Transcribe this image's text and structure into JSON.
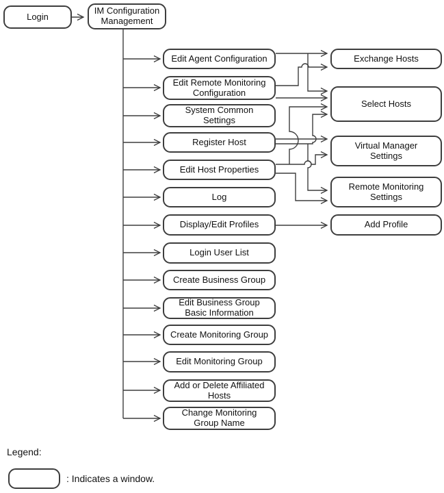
{
  "nodes": {
    "login": {
      "label": "Login"
    },
    "im_configuration_management": {
      "label": "IM Configuration\nManagement"
    },
    "edit_agent_configuration": {
      "label": "Edit Agent Configuration"
    },
    "edit_remote_monitoring_configuration": {
      "label": "Edit Remote Monitoring\nConfiguration"
    },
    "system_common_settings": {
      "label": "System Common\nSettings"
    },
    "register_host": {
      "label": "Register Host"
    },
    "edit_host_properties": {
      "label": "Edit Host Properties"
    },
    "log": {
      "label": "Log"
    },
    "display_edit_profiles": {
      "label": "Display/Edit Profiles"
    },
    "login_user_list": {
      "label": "Login User List"
    },
    "create_business_group": {
      "label": "Create Business Group"
    },
    "edit_business_group_basic_information": {
      "label": "Edit Business Group\nBasic Information"
    },
    "create_monitoring_group": {
      "label": "Create Monitoring Group"
    },
    "edit_monitoring_group": {
      "label": "Edit Monitoring Group"
    },
    "add_or_delete_affiliated_hosts": {
      "label": "Add or Delete Affiliated\nHosts"
    },
    "change_monitoring_group_name": {
      "label": "Change Monitoring\nGroup Name"
    },
    "exchange_hosts": {
      "label": "Exchange Hosts"
    },
    "select_hosts": {
      "label": "Select Hosts"
    },
    "virtual_manager_settings": {
      "label": "Virtual Manager\nSettings"
    },
    "remote_monitoring_settings": {
      "label": "Remote Monitoring\nSettings"
    },
    "add_profile": {
      "label": "Add Profile"
    }
  },
  "edges": [
    {
      "from": "login",
      "to": "im_configuration_management"
    },
    {
      "from": "im_configuration_management",
      "to": "edit_agent_configuration"
    },
    {
      "from": "im_configuration_management",
      "to": "edit_remote_monitoring_configuration"
    },
    {
      "from": "im_configuration_management",
      "to": "system_common_settings"
    },
    {
      "from": "im_configuration_management",
      "to": "register_host"
    },
    {
      "from": "im_configuration_management",
      "to": "edit_host_properties"
    },
    {
      "from": "im_configuration_management",
      "to": "log"
    },
    {
      "from": "im_configuration_management",
      "to": "display_edit_profiles"
    },
    {
      "from": "im_configuration_management",
      "to": "login_user_list"
    },
    {
      "from": "im_configuration_management",
      "to": "create_business_group"
    },
    {
      "from": "im_configuration_management",
      "to": "edit_business_group_basic_information"
    },
    {
      "from": "im_configuration_management",
      "to": "create_monitoring_group"
    },
    {
      "from": "im_configuration_management",
      "to": "edit_monitoring_group"
    },
    {
      "from": "im_configuration_management",
      "to": "add_or_delete_affiliated_hosts"
    },
    {
      "from": "im_configuration_management",
      "to": "change_monitoring_group_name"
    },
    {
      "from": "edit_agent_configuration",
      "to": "exchange_hosts"
    },
    {
      "from": "edit_agent_configuration",
      "to": "select_hosts"
    },
    {
      "from": "edit_remote_monitoring_configuration",
      "to": "exchange_hosts"
    },
    {
      "from": "edit_remote_monitoring_configuration",
      "to": "select_hosts"
    },
    {
      "from": "register_host",
      "to": "virtual_manager_settings"
    },
    {
      "from": "register_host",
      "to": "select_hosts"
    },
    {
      "from": "register_host",
      "to": "remote_monitoring_settings"
    },
    {
      "from": "edit_host_properties",
      "to": "select_hosts"
    },
    {
      "from": "edit_host_properties",
      "to": "virtual_manager_settings"
    },
    {
      "from": "edit_host_properties",
      "to": "remote_monitoring_settings"
    },
    {
      "from": "display_edit_profiles",
      "to": "add_profile"
    }
  ],
  "legend": {
    "heading": "Legend:",
    "window_note": ": Indicates a window."
  },
  "colors": {
    "line": "#3d3d3d",
    "box_border": "#3d3d3d",
    "background": "#ffffff",
    "text": "#111111"
  }
}
